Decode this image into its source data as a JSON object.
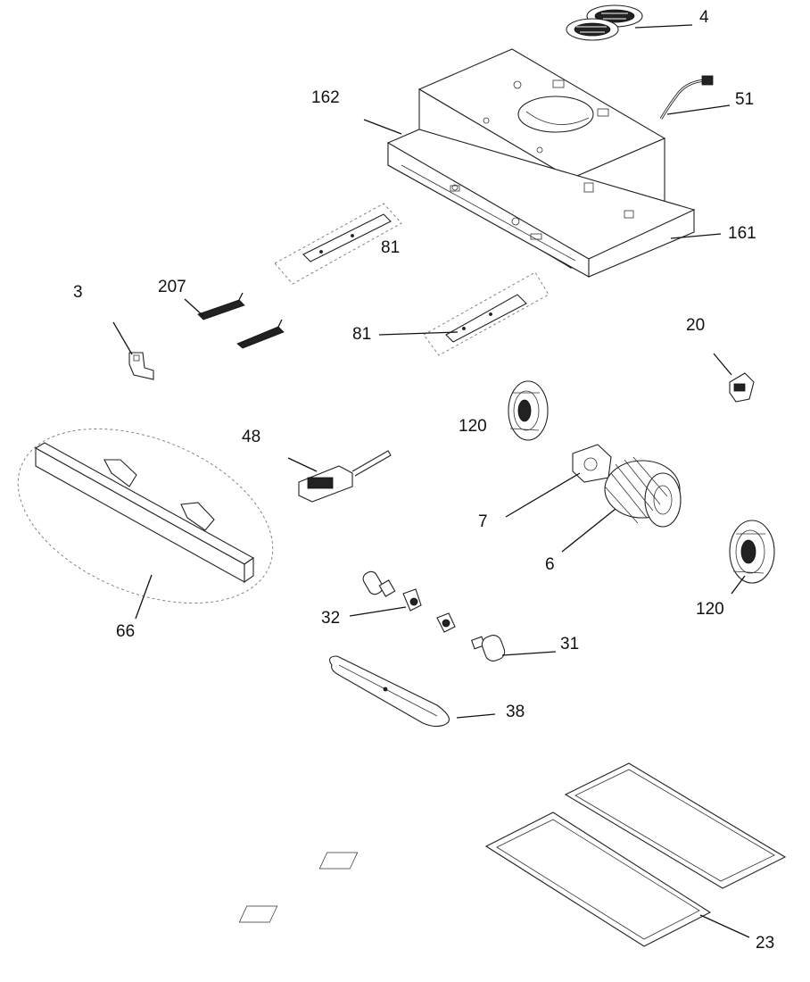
{
  "diagram": {
    "labels": {
      "p4": "4",
      "p162": "162",
      "p51": "51",
      "p161": "161",
      "p81a": "81",
      "p81b": "81",
      "p3": "3",
      "p207": "207",
      "p20": "20",
      "p120a": "120",
      "p48": "48",
      "p7": "7",
      "p6": "6",
      "p120b": "120",
      "p66": "66",
      "p32": "32",
      "p31": "31",
      "p38": "38",
      "p23": "23"
    }
  }
}
